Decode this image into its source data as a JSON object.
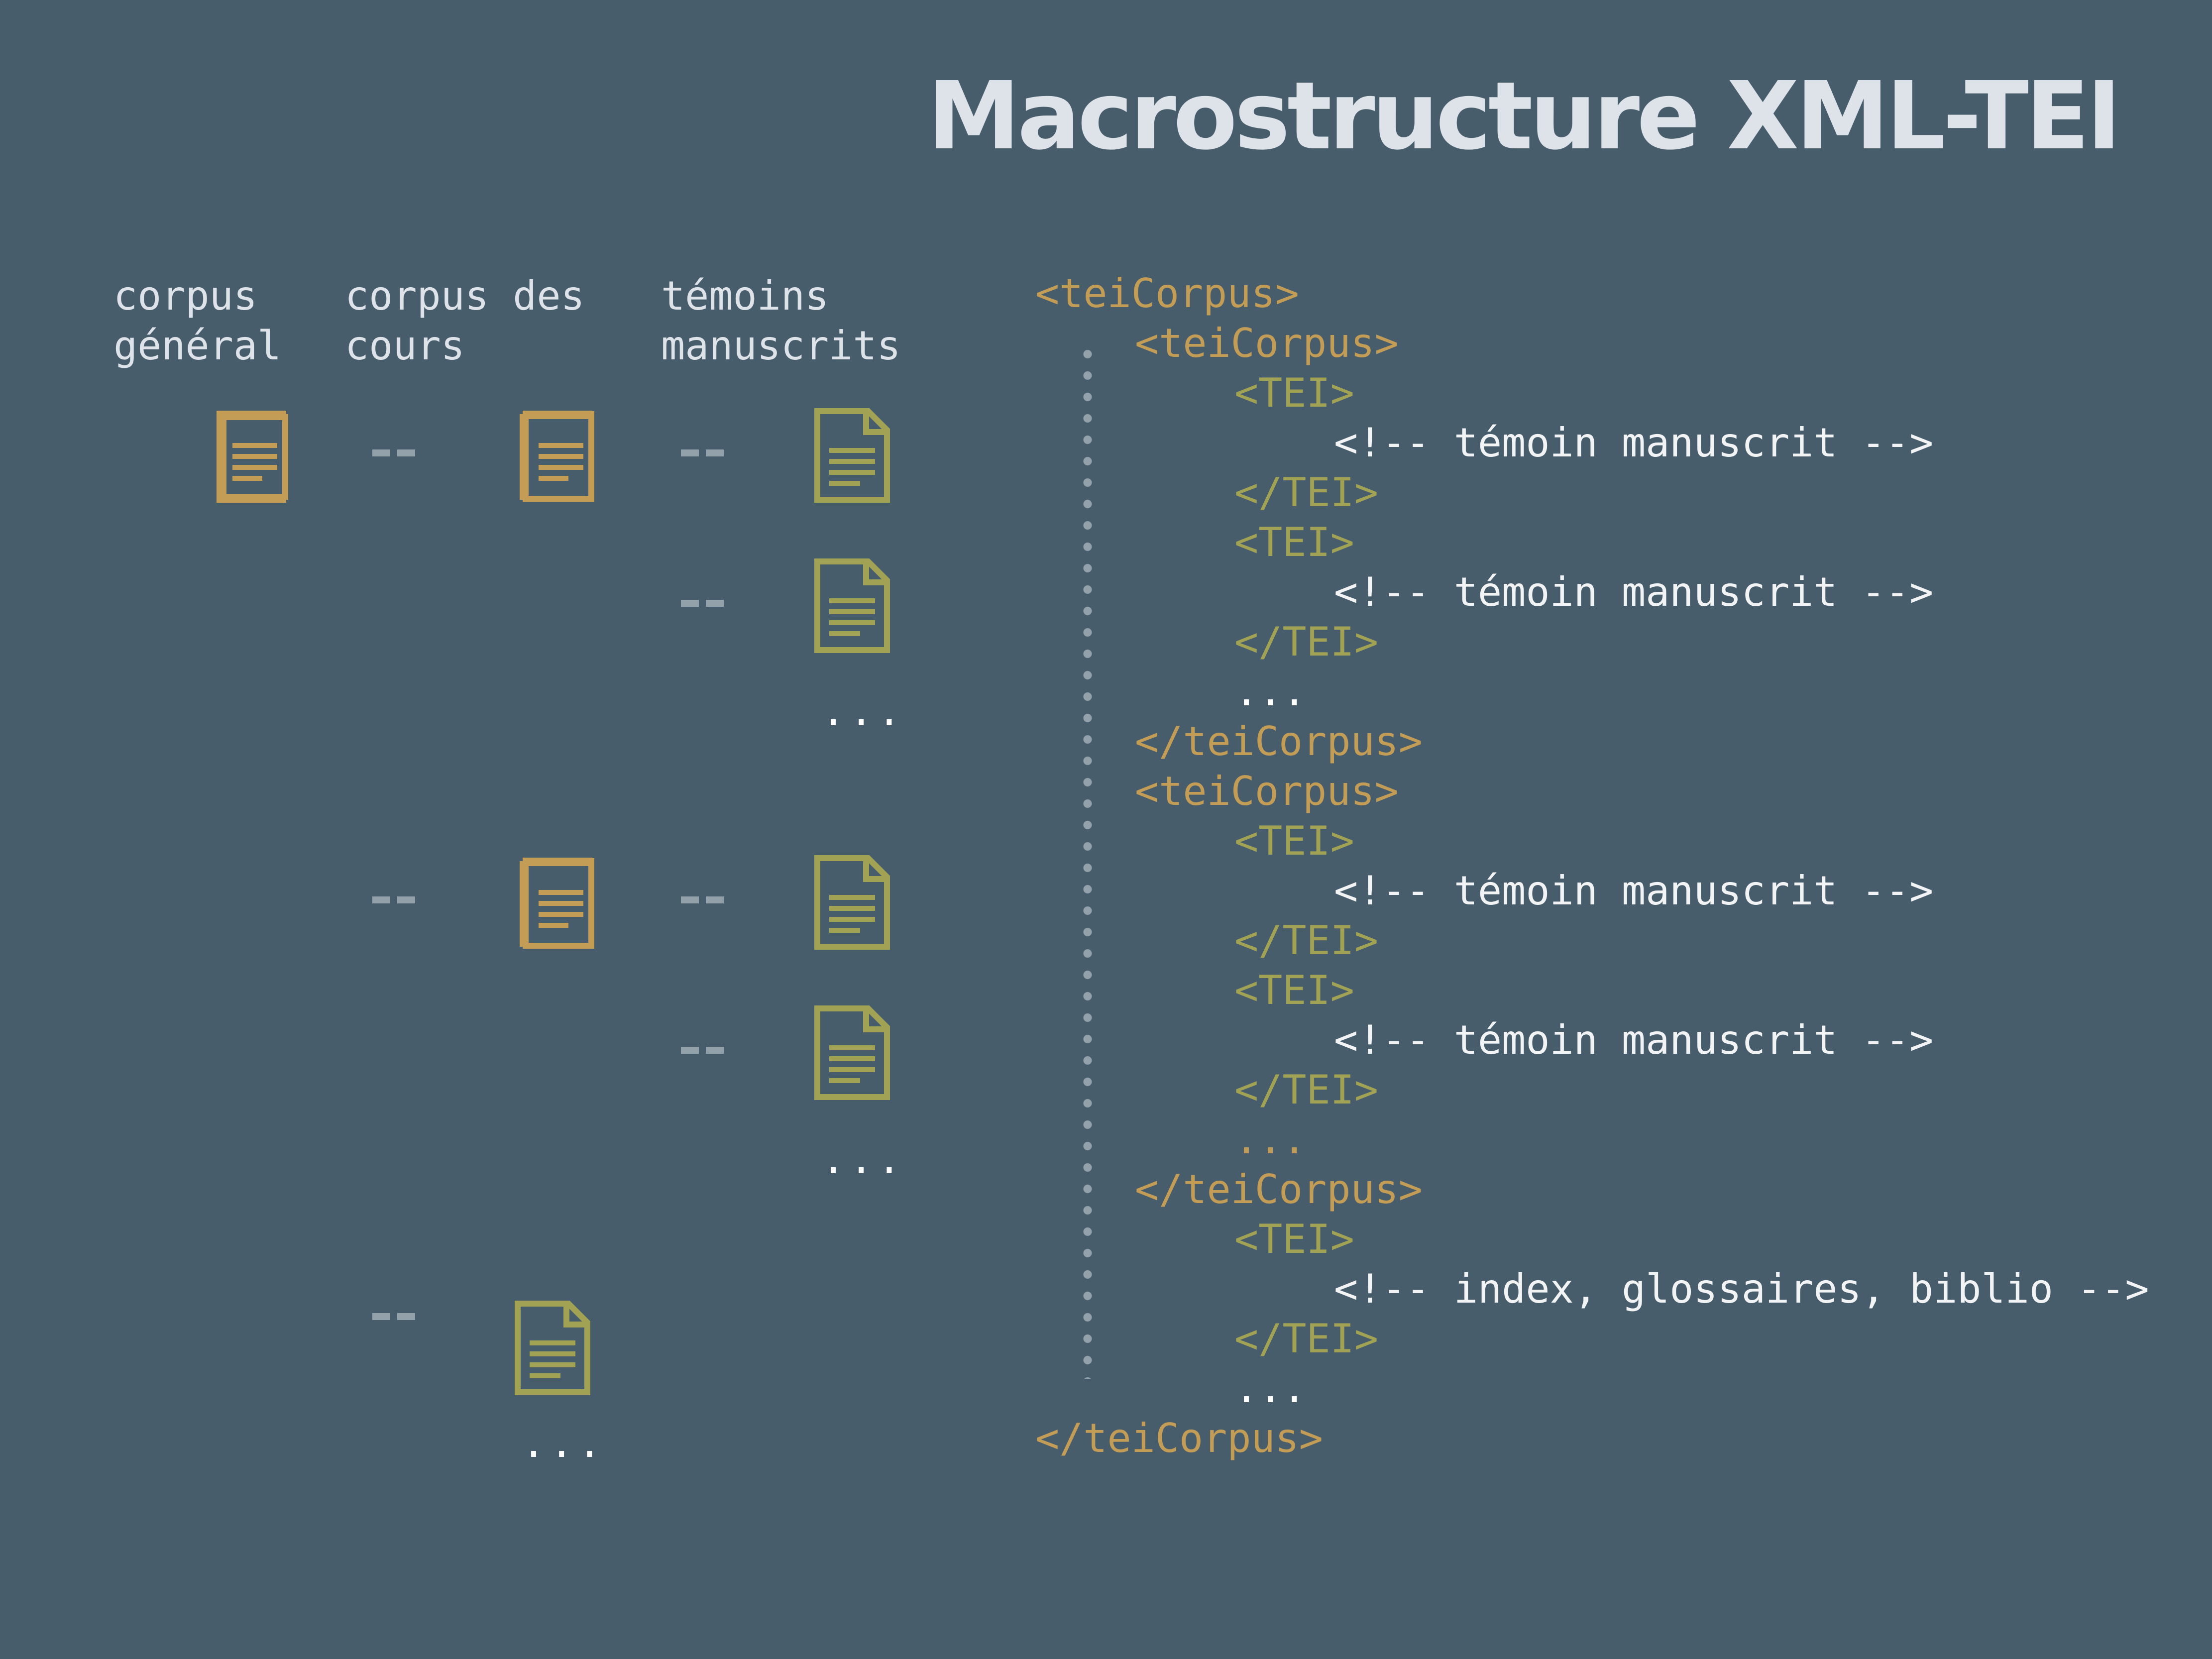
{
  "title": "Macrostructure XML-TEI",
  "columns": {
    "general": [
      "corpus",
      "général"
    ],
    "cours": [
      "corpus des",
      "cours"
    ],
    "temoins": [
      "témoins",
      "manuscrits"
    ]
  },
  "diagram": {
    "ellipsis": "..."
  },
  "code": [
    {
      "text": "<teiCorpus>",
      "role": "tag-gold",
      "indent": 0
    },
    {
      "text": "<teiCorpus>",
      "role": "tag-gold",
      "indent": 1
    },
    {
      "text": "<TEI>",
      "role": "tag-olive",
      "indent": 2
    },
    {
      "text": "<!-- témoin manuscrit -->",
      "role": "cmt",
      "indent": 3
    },
    {
      "text": "</TEI>",
      "role": "tag-olive",
      "indent": 2
    },
    {
      "text": "<TEI>",
      "role": "tag-olive",
      "indent": 2
    },
    {
      "text": "<!-- témoin manuscrit -->",
      "role": "cmt",
      "indent": 3
    },
    {
      "text": "</TEI>",
      "role": "tag-olive",
      "indent": 2
    },
    {
      "text": "...",
      "role": "ell-white",
      "indent": 2
    },
    {
      "text": "</teiCorpus>",
      "role": "tag-gold",
      "indent": 1
    },
    {
      "text": "<teiCorpus>",
      "role": "tag-gold",
      "indent": 1
    },
    {
      "text": "<TEI>",
      "role": "tag-olive",
      "indent": 2
    },
    {
      "text": "<!-- témoin manuscrit -->",
      "role": "cmt",
      "indent": 3
    },
    {
      "text": "</TEI>",
      "role": "tag-olive",
      "indent": 2
    },
    {
      "text": "<TEI>",
      "role": "tag-olive",
      "indent": 2
    },
    {
      "text": "<!-- témoin manuscrit -->",
      "role": "cmt",
      "indent": 3
    },
    {
      "text": "</TEI>",
      "role": "tag-olive",
      "indent": 2
    },
    {
      "text": "...",
      "role": "ell-gold",
      "indent": 2
    },
    {
      "text": "</teiCorpus>",
      "role": "tag-gold",
      "indent": 1
    },
    {
      "text": "<TEI>",
      "role": "tag-olive",
      "indent": 2
    },
    {
      "text": "<!-- index, glossaires, biblio -->",
      "role": "cmt",
      "indent": 3
    },
    {
      "text": "</TEI>",
      "role": "tag-olive",
      "indent": 2
    },
    {
      "text": "...",
      "role": "ell-white",
      "indent": 2
    },
    {
      "text": "</teiCorpus>",
      "role": "tag-gold",
      "indent": 0
    }
  ],
  "colors": {
    "background": "#475d6b",
    "corpus_icon": "#c39d56",
    "document_icon": "#a1a254",
    "connector": "#93a1ab",
    "comment_text": "#f1f3f4"
  }
}
